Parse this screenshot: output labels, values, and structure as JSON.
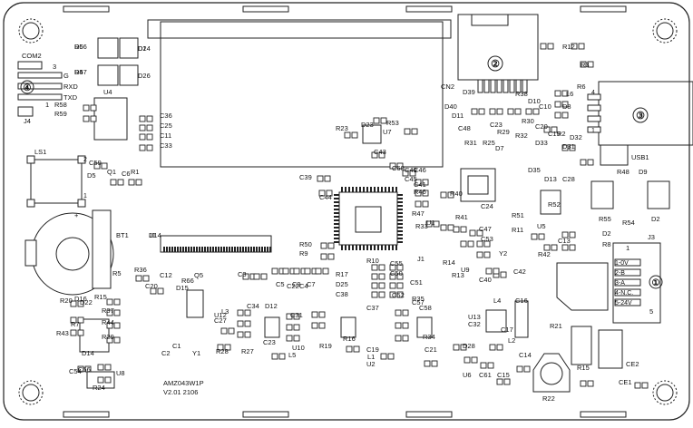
{
  "board": {
    "model": "AMZ043W1P",
    "version": "V2.01  2106",
    "callouts": [
      "①",
      "②",
      "③",
      "④"
    ],
    "connector_labels": {
      "com2": "COM2",
      "j4": "J4",
      "g": "G",
      "rxd": "RXD",
      "txd": "TXD",
      "ls1": "LS1",
      "bt1": "BT1",
      "usb1": "USB1",
      "cn2": "CN2",
      "j1": "J1",
      "j3": "J3",
      "j3_pins": [
        "1-0V",
        "2-B",
        "3-A",
        "4-N.C.",
        "5-24V"
      ],
      "j3_pin1": "1",
      "j3_pin5": "5",
      "usb_pins": [
        "4",
        "1"
      ],
      "ls_marks": [
        "2",
        "1"
      ],
      "com2_mark": "3",
      "j4_mark": "1",
      "bt_plus": "+"
    },
    "components": [
      "R56",
      "D24",
      "R57",
      "D26",
      "U4",
      "R58",
      "R59",
      "C36",
      "C25",
      "C11",
      "C33",
      "C59",
      "D5",
      "Q1",
      "C6",
      "R1",
      "R12",
      "R3",
      "R6",
      "L6",
      "D8",
      "D39",
      "R38",
      "D40",
      "D11",
      "C48",
      "R31",
      "R29",
      "R32",
      "R30",
      "D10",
      "C20",
      "C23",
      "R25",
      "D7",
      "D33",
      "C10",
      "C19",
      "R2",
      "D31",
      "D32",
      "D35",
      "D13",
      "C28",
      "R52",
      "R51",
      "R48",
      "D9",
      "R55",
      "R54",
      "D2",
      "R53",
      "D23",
      "R23",
      "U7",
      "C43",
      "C39",
      "C60",
      "C49",
      "C44",
      "C45",
      "C46",
      "C41",
      "R47",
      "R46",
      "R40",
      "R41",
      "C24",
      "U14",
      "R33",
      "U1",
      "J1",
      "C47",
      "C53",
      "Y2",
      "R42",
      "C13",
      "U5",
      "R11",
      "D2",
      "R8",
      "R50",
      "R9",
      "R10",
      "C42",
      "C40",
      "U9",
      "R13",
      "R14",
      "R17",
      "C55",
      "D25",
      "C50",
      "C38",
      "C51",
      "C37",
      "C52",
      "C57",
      "R35",
      "C58",
      "R34",
      "C21",
      "C19",
      "L1",
      "U2",
      "R36",
      "R5",
      "C20",
      "C12",
      "R66",
      "Q5",
      "C3",
      "C34",
      "D12",
      "C4",
      "C22",
      "C5",
      "C9",
      "C7",
      "D15",
      "D16",
      "D22",
      "R15",
      "R37",
      "R44",
      "R29",
      "R20",
      "R43",
      "R7",
      "D14",
      "C56",
      "C54",
      "U8",
      "R24",
      "C1",
      "C2",
      "Y1",
      "U12",
      "C27",
      "L3",
      "R28",
      "R27",
      "C23",
      "C31",
      "U10",
      "L5",
      "R19",
      "R16",
      "C32",
      "U13",
      "L4",
      "C16",
      "C17",
      "L2",
      "D28",
      "C14",
      "U6",
      "C61",
      "C15",
      "R21",
      "R22",
      "R15",
      "CE2",
      "CE1",
      "D6",
      "D1",
      "D4"
    ]
  }
}
